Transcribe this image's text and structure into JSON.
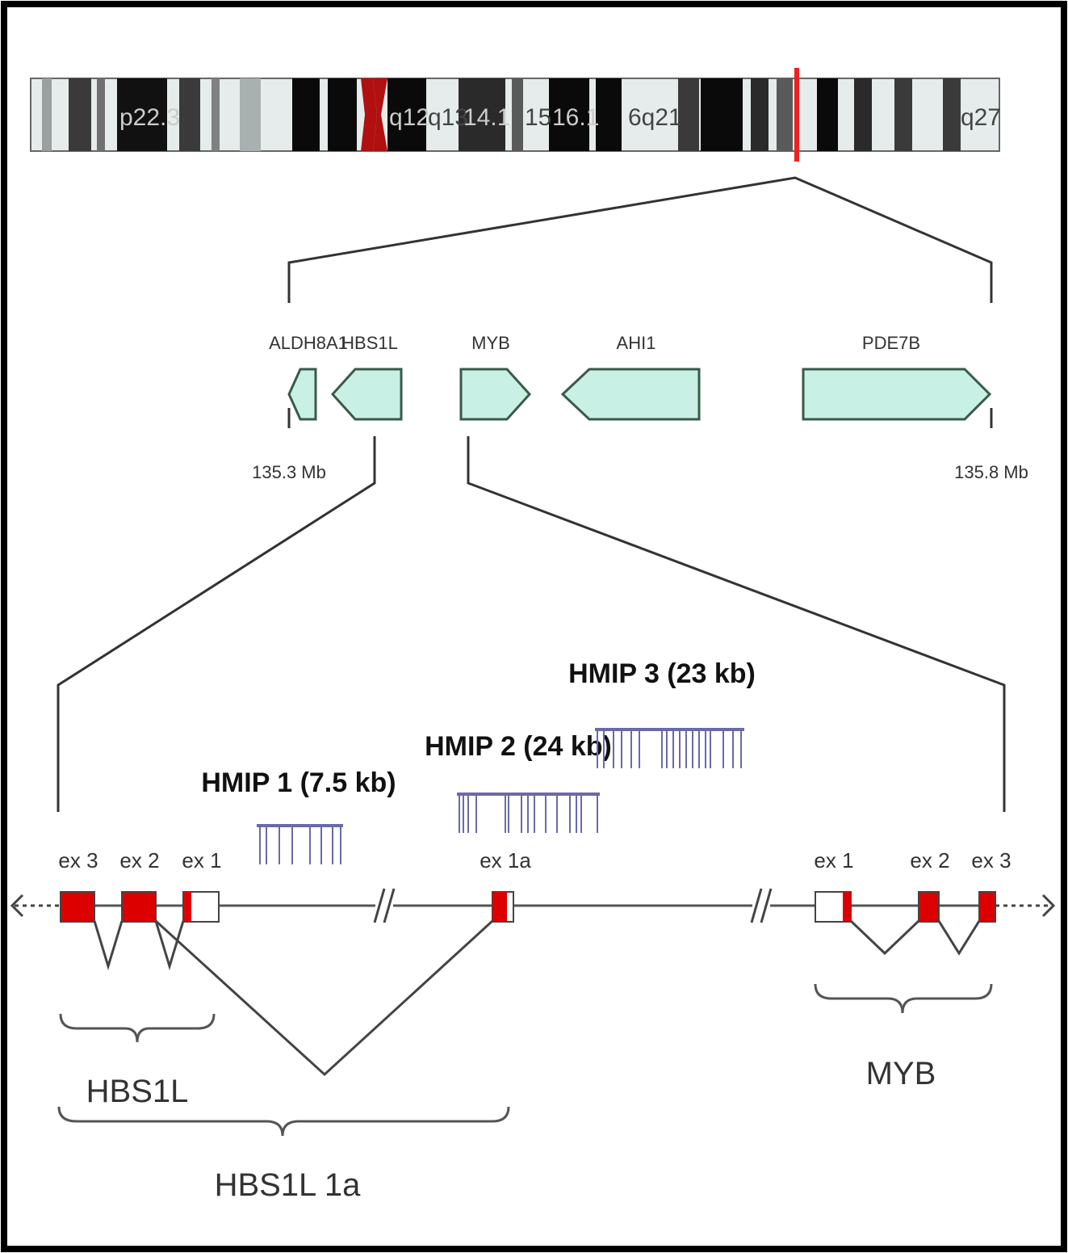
{
  "chromosome": {
    "band_labels": [
      "p22.3",
      "q12",
      "q13",
      "14.1",
      "15",
      "16.1",
      "6q21",
      "q27"
    ]
  },
  "region": {
    "genes": [
      "ALDH8A1",
      "HBS1L",
      "MYB",
      "AHI1",
      "PDE7B"
    ],
    "start_coord": "135.3 Mb",
    "end_coord": "135.8 Mb"
  },
  "detail": {
    "hmip_labels": [
      "HMIP 1 (7.5 kb)",
      "HMIP 2 (24 kb)",
      "HMIP 3 (23 kb)"
    ],
    "hbs1l_exon_labels": [
      "ex 3",
      "ex 2",
      "ex 1"
    ],
    "ex1a_label": "ex 1a",
    "myb_exon_labels": [
      "ex 1",
      "ex 2",
      "ex 3"
    ],
    "brace_labels": [
      "HBS1L",
      "HBS1L 1a",
      "MYB"
    ]
  },
  "colors": {
    "exon": "#dd0000",
    "gene_arrow": "#c8f0e4",
    "hmip": "#6a6aa8",
    "centromere": "#b01010",
    "locus_marker": "#ee2222"
  }
}
